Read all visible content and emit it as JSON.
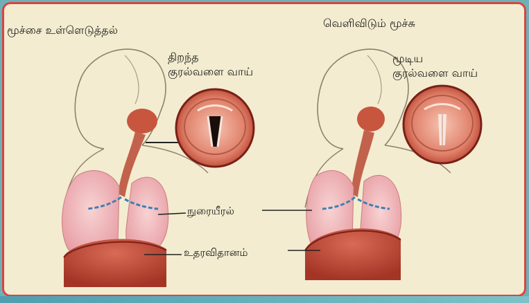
{
  "left_panel": {
    "title": "மூச்சை உள்ளெடுத்தல்",
    "vocal_label_line1": "திறந்த",
    "vocal_label_line2": "குரல்வளை வாய்"
  },
  "right_panel": {
    "title": "வெளிவிடும் மூச்சு",
    "vocal_label_line1": "மூடிய",
    "vocal_label_line2": "குரல்வளை வாய்"
  },
  "center_labels": {
    "diaphragm_muscle": "நுரையீரல்",
    "diaphragm": "உதரவிதானம்"
  },
  "colors": {
    "border": "#d8453f",
    "background": "#f3ecd0",
    "lung": "#f1bcc0",
    "diaphragm": "#c84a3a",
    "trachea": "#c2624c"
  }
}
